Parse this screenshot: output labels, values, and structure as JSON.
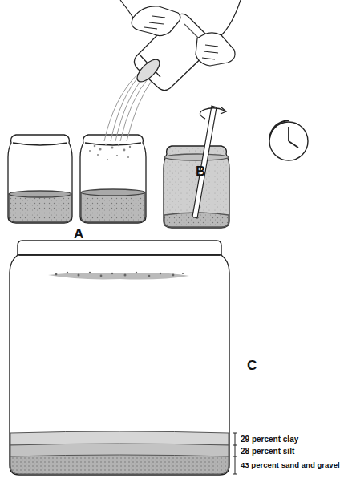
{
  "diagram": {
    "labels": [
      "A",
      "B",
      "C",
      "29 percent clay",
      "28 percent silt",
      "43 percent sand and gravel"
    ]
  }
}
